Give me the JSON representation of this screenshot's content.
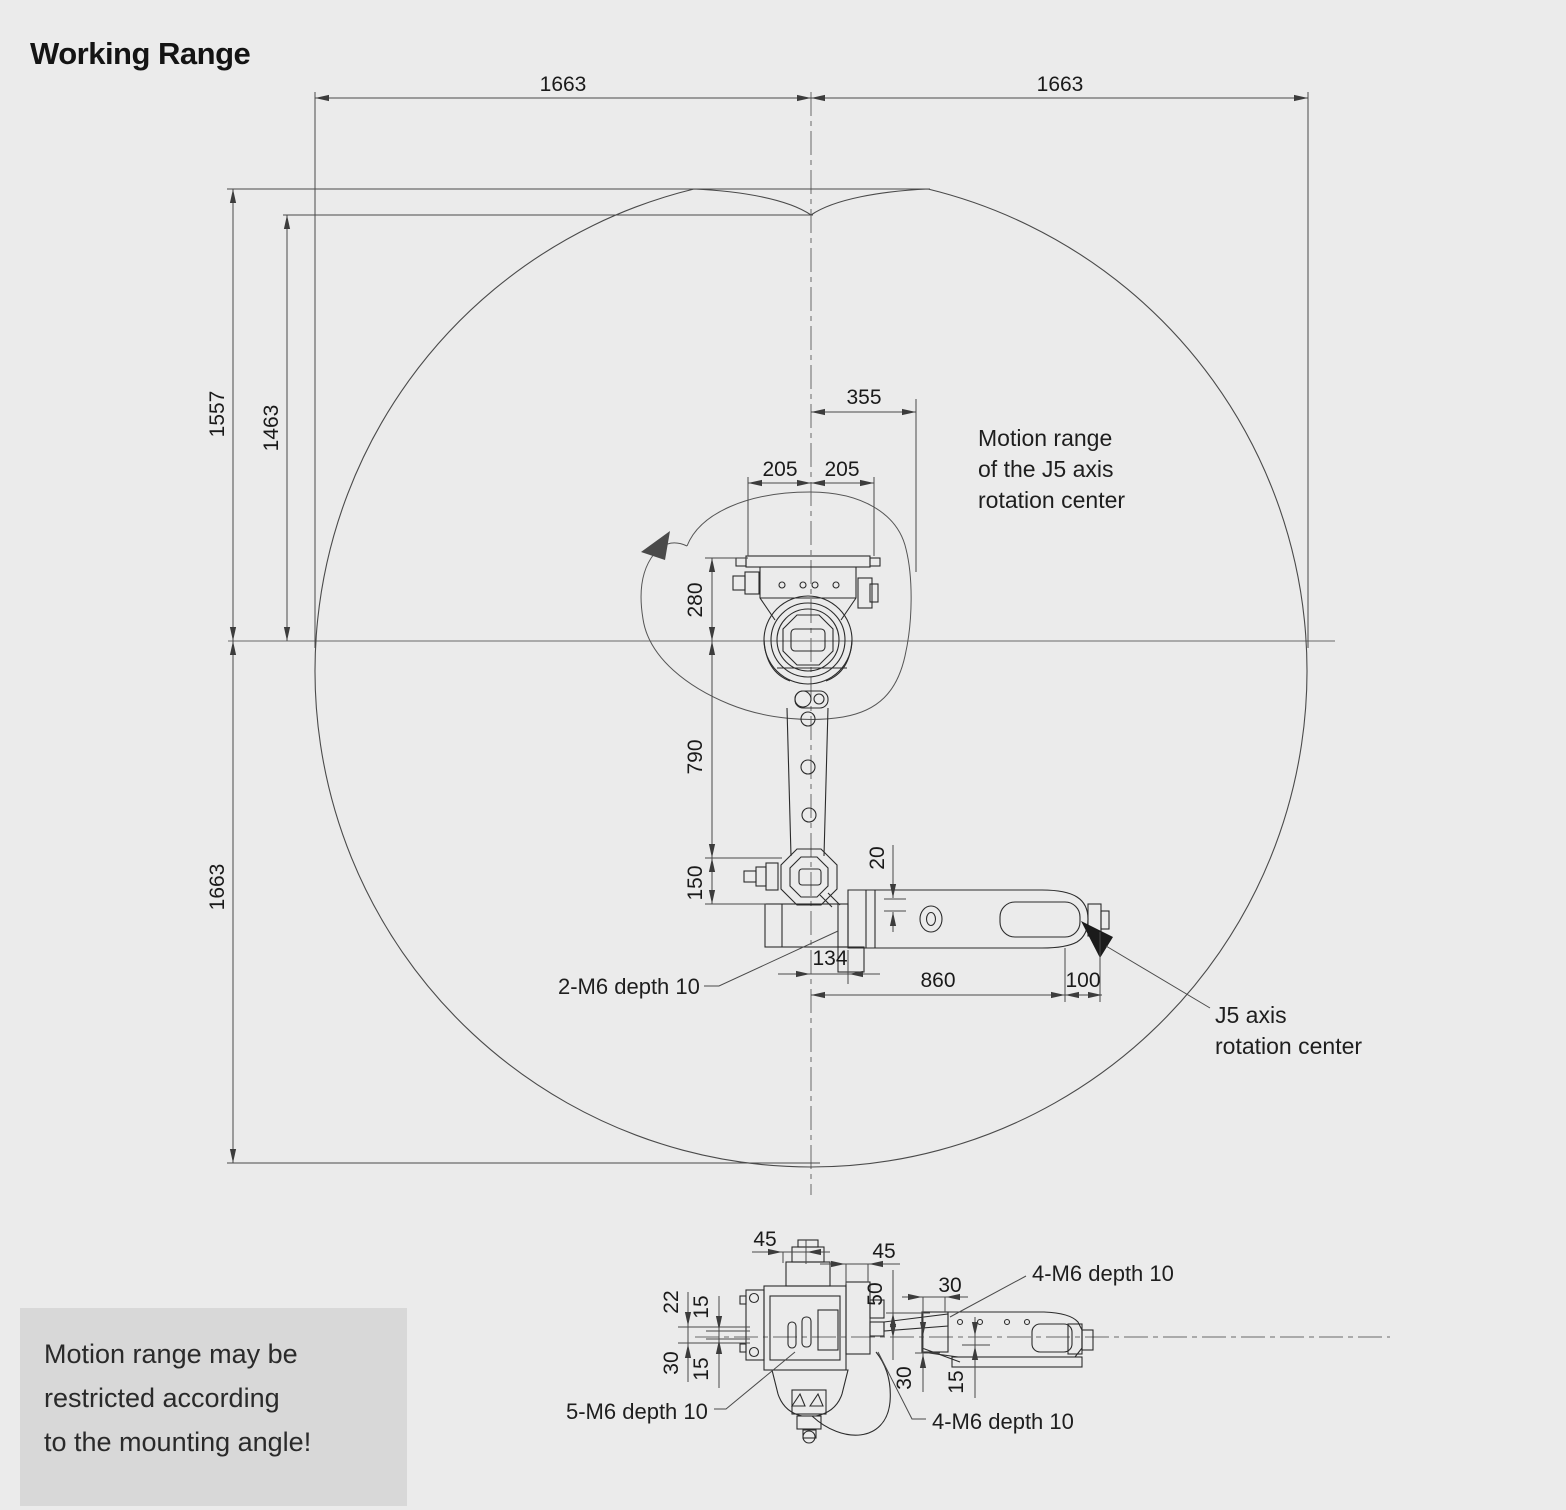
{
  "page": {
    "title": "Working Range"
  },
  "annotations": {
    "motion_range": [
      "Motion range",
      "of the J5 axis",
      "rotation center"
    ],
    "j5_axis": [
      "J5 axis",
      "rotation center"
    ],
    "bolt_2m6": "2-M6 depth 10",
    "bolt_4m6_top": "4-M6 depth 10",
    "bolt_4m6_bottom": "4-M6 depth 10",
    "bolt_5m6": "5-M6 depth 10",
    "note": [
      "Motion range may be",
      "restricted according",
      "to the mounting angle!"
    ]
  },
  "dims": {
    "top_left": "1663",
    "top_right": "1663",
    "left_outer": "1557",
    "left_inner": "1463",
    "left_lower": "1663",
    "j5_offset": "355",
    "base_left": "205",
    "base_right": "205",
    "base_top": "280",
    "arm": "790",
    "wrist": "150",
    "offset20": "20",
    "flange": "134",
    "reach": "860",
    "tool": "100",
    "bv_45a": "45",
    "bv_45b": "45",
    "bv_50": "50",
    "bv_30top": "30",
    "bv_22": "22",
    "bv_15a": "15",
    "bv_30left": "30",
    "bv_15b": "15",
    "bv_30right": "30",
    "bv_15c": "15"
  }
}
